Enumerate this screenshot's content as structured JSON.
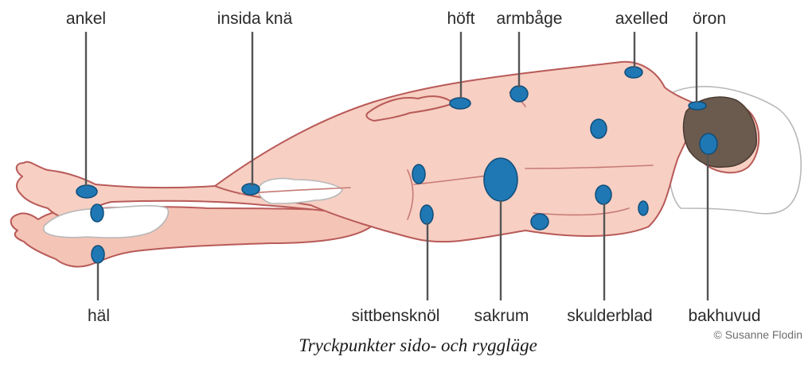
{
  "labels": {
    "ankel": "ankel",
    "insida_kna": "insida knä",
    "hoft": "höft",
    "armbage": "armbåge",
    "axelled": "axelled",
    "oron": "öron",
    "hal": "häl",
    "sittbensknol": "sittbensknöl",
    "sakrum": "sakrum",
    "skulderblad": "skulderblad",
    "bakhuvud": "bakhuvud"
  },
  "credit": "© Susanne Flodin",
  "caption": "Tryckpunkter sido- och ryggläge",
  "colors": {
    "skin": "#f7cfc3",
    "outline": "#b85a58",
    "pressure_point": "#1f78b4",
    "hair": "#6b5a4e",
    "pillow": "#ffffff"
  }
}
